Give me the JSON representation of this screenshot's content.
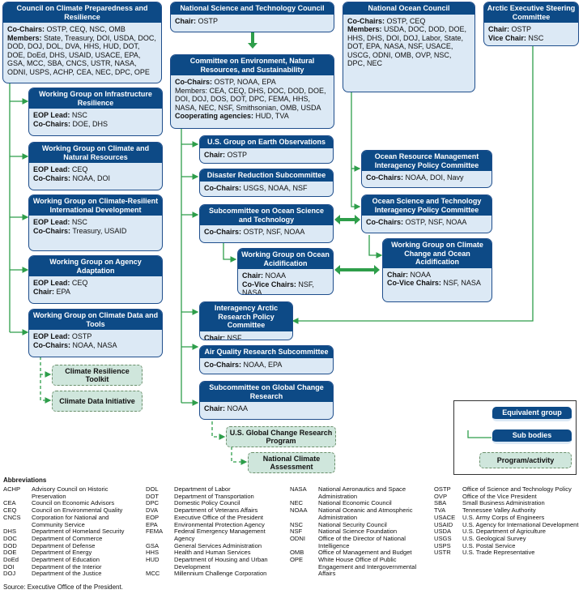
{
  "nodes": {
    "ccpr": {
      "title": "Council on Climate Preparedness and Resilience",
      "line1_label": "Co-Chairs:",
      "line1_value": "OSTP, CEQ, NSC, OMB",
      "line2_label": "Members:",
      "line2_value": "State, Treasury, DOI, USDA, DOC, DOD, DOJ, DOL, DVA, HHS, HUD, DOT, DOE, DoEd, DHS, USAID, USACE, EPA, GSA, MCC, SBA, CNCS, USTR, NASA, ODNI, USPS, ACHP, CEA, NEC, DPC, OPE"
    },
    "nstc": {
      "title": "National Science and Technology Council",
      "line1_label": "Chair:",
      "line1_value": "OSTP"
    },
    "noc": {
      "title": "National Ocean Council",
      "line1_label": "Co-Chairs:",
      "line1_value": "OSTP, CEQ",
      "line2_label": "Members:",
      "line2_value": "USDA, DOC, DOD, DOE, HHS, DHS, DOI, DOJ, Labor, State, DOT, EPA, NASA, NSF, USACE, USCG, ODNI, OMB, OVP, NSC, DPC, NEC"
    },
    "aesc": {
      "title": "Arctic Executive Steering Committee",
      "line1_label": "Chair:",
      "line1_value": "OSTP",
      "line2_label": "Vice Chair:",
      "line2_value": "NSC"
    },
    "cenrs": {
      "title": "Committee on Environment, Natural Resources, and Sustainability",
      "line1_label": "Co-Chairs:",
      "line1_value": "OSTP, NOAA, EPA",
      "line2_label": "Members:",
      "line2_value": "CEA, CEQ, DHS, DOC, DOD, DOE, DOI, DOJ, DOS, DOT, DPC, FEMA, HHS, NASA, NEC, NSF, Smithsonian, OMB, USDA",
      "line3_label": "Cooperating agencies:",
      "line3_value": "HUD, TVA"
    },
    "wgir": {
      "title": "Working Group on Infrastructure Resilience",
      "line1_label": "EOP Lead:",
      "line1_value": "NSC",
      "line2_label": "Co-Chairs:",
      "line2_value": "DOE, DHS"
    },
    "wgcnr": {
      "title": "Working Group on Climate and Natural Resources",
      "line1_label": "EOP Lead:",
      "line1_value": "CEQ",
      "line2_label": "Co-Chairs:",
      "line2_value": "NOAA, DOI"
    },
    "wgcrid": {
      "title": "Working Group on Climate-Resilient International Development",
      "line1_label": "EOP Lead:",
      "line1_value": "NSC",
      "line2_label": "Co-Chairs:",
      "line2_value": "Treasury, USAID"
    },
    "wgaa": {
      "title": "Working Group on Agency Adaptation",
      "line1_label": "EOP Lead:",
      "line1_value": "CEQ",
      "line2_label": "Chair:",
      "line2_value": "EPA"
    },
    "wgcdt": {
      "title": "Working Group on Climate Data and Tools",
      "line1_label": "EOP Lead:",
      "line1_value": "OSTP",
      "line2_label": "Co-Chairs:",
      "line2_value": "NOAA, NASA"
    },
    "usgeo": {
      "title": "U.S. Group on Earth Observations",
      "line1_label": "Chair:",
      "line1_value": "OSTP"
    },
    "drs": {
      "title": "Disaster Reduction Subcommittee",
      "line1_label": "Co-Chairs:",
      "line1_value": "USGS, NOAA, NSF"
    },
    "sost": {
      "title": "Subcommittee on Ocean Science and Technology",
      "line1_label": "Co-Chairs:",
      "line1_value": "OSTP, NSF, NOAA"
    },
    "wgoa": {
      "title": "Working Group on Ocean Acidification",
      "line1_label": "Chair:",
      "line1_value": "NOAA",
      "line2_label": "Co-Vice Chairs:",
      "line2_value": "NSF, NASA"
    },
    "iarpc": {
      "title": "Interagency Arctic Research Policy Committee",
      "line1_label": "Chair:",
      "line1_value": "NSF"
    },
    "aqrs": {
      "title": "Air Quality Research Subcommittee",
      "line1_label": "Co-Chairs:",
      "line1_value": "NOAA, EPA"
    },
    "sgcr": {
      "title": "Subcommittee on Global Change Research",
      "line1_label": "Chair:",
      "line1_value": "NOAA"
    },
    "ormipc": {
      "title": "Ocean Resource Management Interagency Policy Committee",
      "line1_label": "Co-Chairs:",
      "line1_value": "NOAA, DOI, Navy"
    },
    "ostipc": {
      "title": "Ocean Science and Technology Interagency Policy Committee",
      "line1_label": "Co-Chairs:",
      "line1_value": "OSTP, NSF, NOAA"
    },
    "wgccoa": {
      "title": "Working Group on Climate Change and Ocean Acidification",
      "line1_label": "Chair:",
      "line1_value": "NOAA",
      "line2_label": "Co-Vice Chairs:",
      "line2_value": "NSF, NASA"
    }
  },
  "programs": {
    "crt": "Climate Resilience Toolkit",
    "cdi": "Climate Data Initiative",
    "usgcrp": "U.S. Global Change Research Program",
    "nca": "National Climate Assessment"
  },
  "legend": {
    "equivalent": "Equivalent group",
    "sub": "Sub bodies",
    "program": "Program/activity"
  },
  "colors": {
    "header": "#0d4a86",
    "body": "#dce9f5",
    "connector": "#2e9e4a",
    "program": "#cfe6dc"
  },
  "abbreviations_title": "Abbreviations",
  "abbreviations": [
    [
      [
        "ACHP",
        "Advisory Council on Historic Preservation"
      ],
      [
        "CEA",
        "Council on Economic Advisors"
      ],
      [
        "CEQ",
        "Council on Environmental Quality"
      ],
      [
        "CNCS",
        "Corporation for National and Community Service"
      ],
      [
        "DHS",
        "Department of Homeland Security"
      ],
      [
        "DOC",
        "Department of Commerce"
      ],
      [
        "DOD",
        "Department of Defense"
      ],
      [
        "DOE",
        "Department of Energy"
      ],
      [
        "DoEd",
        "Department of Education"
      ],
      [
        "DOI",
        "Department of the Interior"
      ],
      [
        "DOJ",
        "Department of the Justice"
      ]
    ],
    [
      [
        "DOL",
        "Department of Labor"
      ],
      [
        "DOT",
        "Department of Transportation"
      ],
      [
        "DPC",
        "Domestic Policy Council"
      ],
      [
        "DVA",
        "Department of Veterans Affairs"
      ],
      [
        "EOP",
        "Executive Office of the President"
      ],
      [
        "EPA",
        "Environmental Protection Agency"
      ],
      [
        "FEMA",
        "Federal Emergency Management Agency"
      ],
      [
        "GSA",
        "General Services Administration"
      ],
      [
        "HHS",
        "Health and Human Services"
      ],
      [
        "HUD",
        "Department of Housing and Urban Development"
      ],
      [
        "MCC",
        "Millennium Challenge Corporation"
      ]
    ],
    [
      [
        "NASA",
        "National Aeronautics and Space Administration"
      ],
      [
        "NEC",
        "National Economic Council"
      ],
      [
        "NOAA",
        "National Oceanic and Atmospheric Administration"
      ],
      [
        "NSC",
        "National Security Council"
      ],
      [
        "NSF",
        "National Science Foundation"
      ],
      [
        "ODNI",
        "Office of the Director of National Intelligence"
      ],
      [
        "OMB",
        "Office of Management and Budget"
      ],
      [
        "OPE",
        "White House Office of Public Engagement and Intergovernmental Affairs"
      ]
    ],
    [
      [
        "OSTP",
        "Office of Science and Technology Policy"
      ],
      [
        "OVP",
        "Office of the Vice President"
      ],
      [
        "SBA",
        "Small Business Administration"
      ],
      [
        "TVA",
        "Tennessee Valley Authority"
      ],
      [
        "USACE",
        "U.S. Army Corps of Engineers"
      ],
      [
        "USAID",
        "U.S. Agency for International Development"
      ],
      [
        "USDA",
        "U.S. Department of Agriculture"
      ],
      [
        "USGS",
        "U.S. Geological Survey"
      ],
      [
        "USPS",
        "U.S. Postal Service"
      ],
      [
        "USTR",
        "U.S. Trade Representative"
      ]
    ]
  ],
  "source": "Source: Executive Office of the President."
}
